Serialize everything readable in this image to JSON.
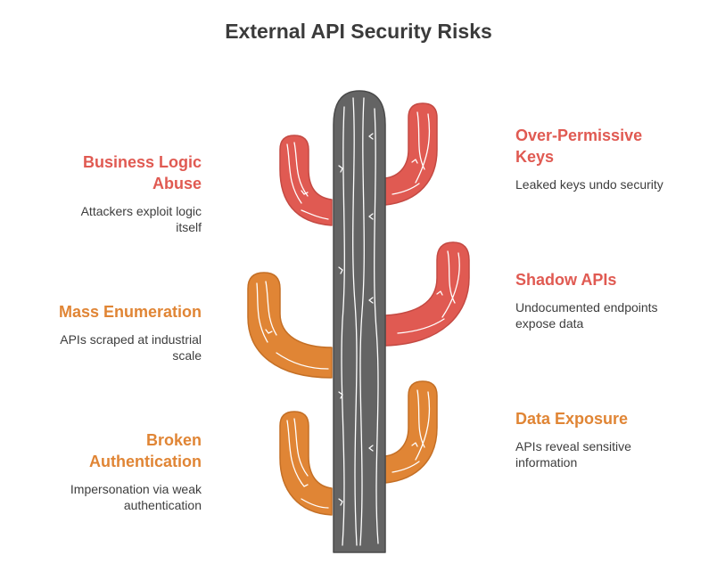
{
  "title": "External API Security Risks",
  "colors": {
    "red": "#E05A52",
    "orange": "#E08535",
    "trunk": "#646464",
    "title": "#3b3b3b",
    "desc": "#3d3d3d"
  },
  "items": [
    {
      "heading": "Business Logic Abuse",
      "heading_lines": [
        "Business Logic",
        "Abuse"
      ],
      "description": "Attackers exploit logic itself",
      "desc_lines": [
        "Attackers exploit logic",
        "itself"
      ],
      "color": "red"
    },
    {
      "heading": "Over-Permissive Keys",
      "heading_lines": [
        "Over-Permissive",
        "Keys"
      ],
      "description": "Leaked keys undo security",
      "desc_lines": [
        "Leaked keys undo security"
      ],
      "color": "red"
    },
    {
      "heading": "Mass Enumeration",
      "heading_lines": [
        "Mass Enumeration"
      ],
      "description": "APIs scraped at industrial scale",
      "desc_lines": [
        "APIs scraped at industrial",
        "scale"
      ],
      "color": "orange"
    },
    {
      "heading": "Shadow APIs",
      "heading_lines": [
        "Shadow APIs"
      ],
      "description": "Undocumented endpoints expose data",
      "desc_lines": [
        "Undocumented endpoints",
        "expose data"
      ],
      "color": "red"
    },
    {
      "heading": "Broken Authentication",
      "heading_lines": [
        "Broken",
        "Authentication"
      ],
      "description": "Impersonation via weak authentication",
      "desc_lines": [
        "Impersonation via weak",
        "authentication"
      ],
      "color": "orange"
    },
    {
      "heading": "Data Exposure",
      "heading_lines": [
        "Data Exposure"
      ],
      "description": "APIs reveal sensitive information",
      "desc_lines": [
        "APIs reveal sensitive",
        "information"
      ],
      "color": "orange"
    }
  ]
}
